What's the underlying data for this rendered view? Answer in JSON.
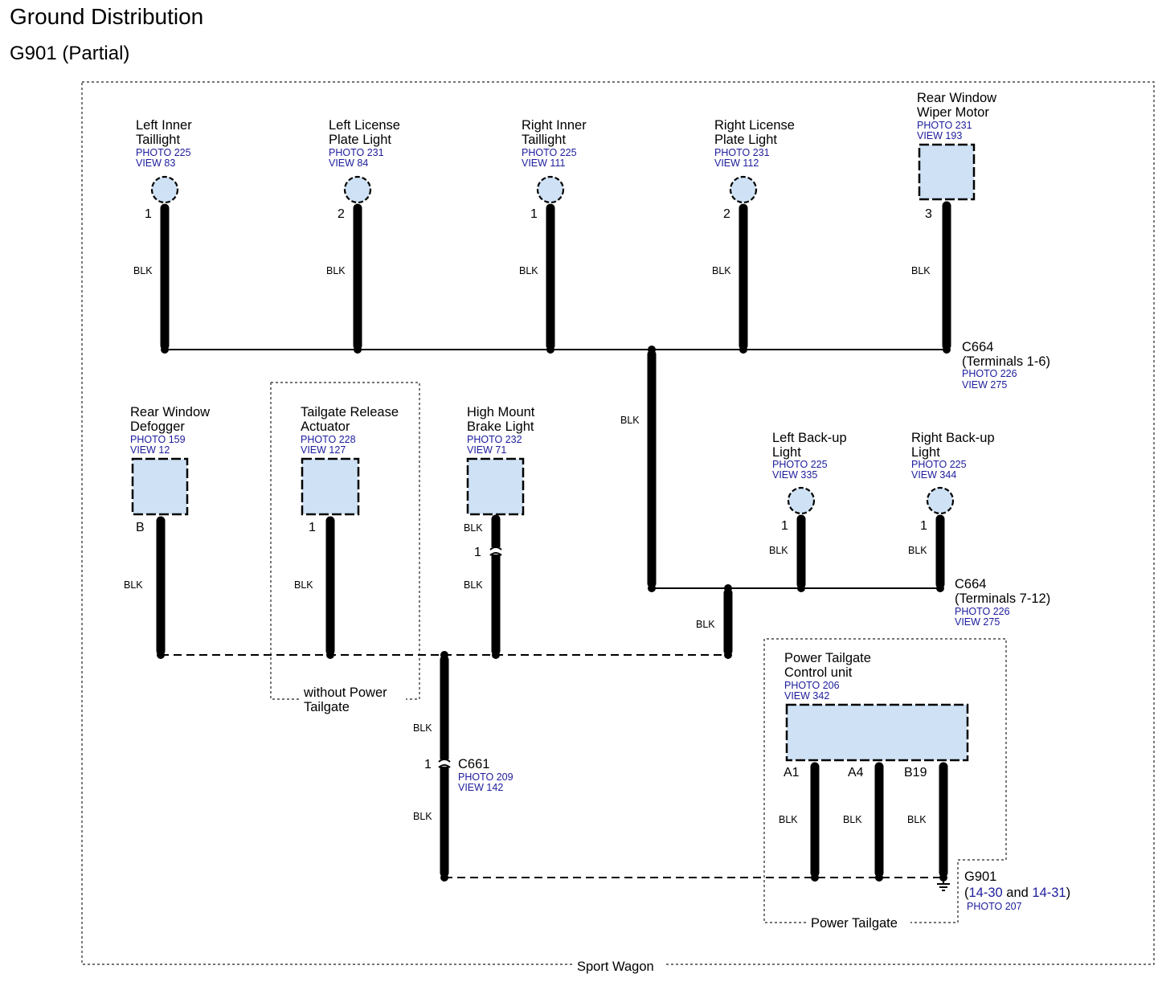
{
  "title": "Ground Distribution",
  "subtitle": "G901 (Partial)",
  "frame_label": "Sport Wagon",
  "colors": {
    "component_fill": "#cfe2f5",
    "reference_link": "#1c1c9c",
    "wire": "#000000"
  },
  "top_row": [
    {
      "name": [
        "Left Inner",
        "Taillight"
      ],
      "photo": "PHOTO 225",
      "view": "VIEW 83",
      "pin": "1",
      "wire": "BLK",
      "icon": "bulb-icon"
    },
    {
      "name": [
        "Left License",
        "Plate Light"
      ],
      "photo": "PHOTO 231",
      "view": "VIEW 84",
      "pin": "2",
      "wire": "BLK",
      "icon": "bulb-icon"
    },
    {
      "name": [
        "Right Inner",
        "Taillight"
      ],
      "photo": "PHOTO 225",
      "view": "VIEW 111",
      "pin": "1",
      "wire": "BLK",
      "icon": "bulb-icon"
    },
    {
      "name": [
        "Right License",
        "Plate Light"
      ],
      "photo": "PHOTO 231",
      "view": "VIEW 112",
      "pin": "2",
      "wire": "BLK",
      "icon": "bulb-icon"
    },
    {
      "name": [
        "Rear Window",
        "Wiper Motor"
      ],
      "photo": "PHOTO 231",
      "view": "VIEW 193",
      "pin": "3",
      "wire": "BLK",
      "icon": "component-box-icon"
    }
  ],
  "c664_upper": {
    "name": "C664",
    "terminals": "(Terminals 1-6)",
    "photo": "PHOTO 226",
    "view": "VIEW 275"
  },
  "trunk_wire": "BLK",
  "backup_lights": [
    {
      "name": [
        "Left Back-up",
        "Light"
      ],
      "photo": "PHOTO 225",
      "view": "VIEW 335",
      "pin": "1",
      "wire": "BLK",
      "icon": "bulb-icon"
    },
    {
      "name": [
        "Right Back-up",
        "Light"
      ],
      "photo": "PHOTO 225",
      "view": "VIEW 344",
      "pin": "1",
      "wire": "BLK",
      "icon": "bulb-icon"
    }
  ],
  "c664_lower": {
    "name": "C664",
    "terminals": "(Terminals 7-12)",
    "photo": "PHOTO 226",
    "view": "VIEW 275"
  },
  "lower_link_wire": "BLK",
  "middle_row": [
    {
      "name": [
        "Rear Window",
        "Defogger"
      ],
      "photo": "PHOTO 159",
      "view": "VIEW 12",
      "pin": "B",
      "wire": "BLK",
      "icon": "component-box-icon"
    },
    {
      "name": [
        "Tailgate Release",
        "Actuator"
      ],
      "photo": "PHOTO 228",
      "view": "VIEW 127",
      "pin": "1",
      "wire": "BLK",
      "icon": "component-box-icon"
    },
    {
      "name": [
        "High Mount",
        "Brake Light"
      ],
      "photo": "PHOTO 232",
      "view": "VIEW 71",
      "pin": "1",
      "wire_upper": "BLK",
      "wire": "BLK",
      "icon": "component-box-icon"
    }
  ],
  "variant_no_power_tailgate": [
    "without Power",
    "Tailgate"
  ],
  "c661": {
    "name": "C661",
    "pin": "1",
    "photo": "PHOTO 209",
    "view": "VIEW 142",
    "wire_upper": "BLK",
    "wire_lower": "BLK"
  },
  "power_tailgate_unit": {
    "name": [
      "Power Tailgate",
      "Control unit"
    ],
    "photo": "PHOTO 206",
    "view": "VIEW 342",
    "pins": [
      {
        "pin": "A1",
        "wire": "BLK"
      },
      {
        "pin": "A4",
        "wire": "BLK"
      },
      {
        "pin": "B19",
        "wire": "BLK"
      }
    ]
  },
  "variant_power_tailgate": "Power Tailgate",
  "g901": {
    "name": "G901",
    "open": "(",
    "ref1": "14-30",
    "joiner": " and ",
    "ref2": "14-31",
    "close": ")",
    "photo": "PHOTO 207",
    "icon": "ground-icon"
  }
}
